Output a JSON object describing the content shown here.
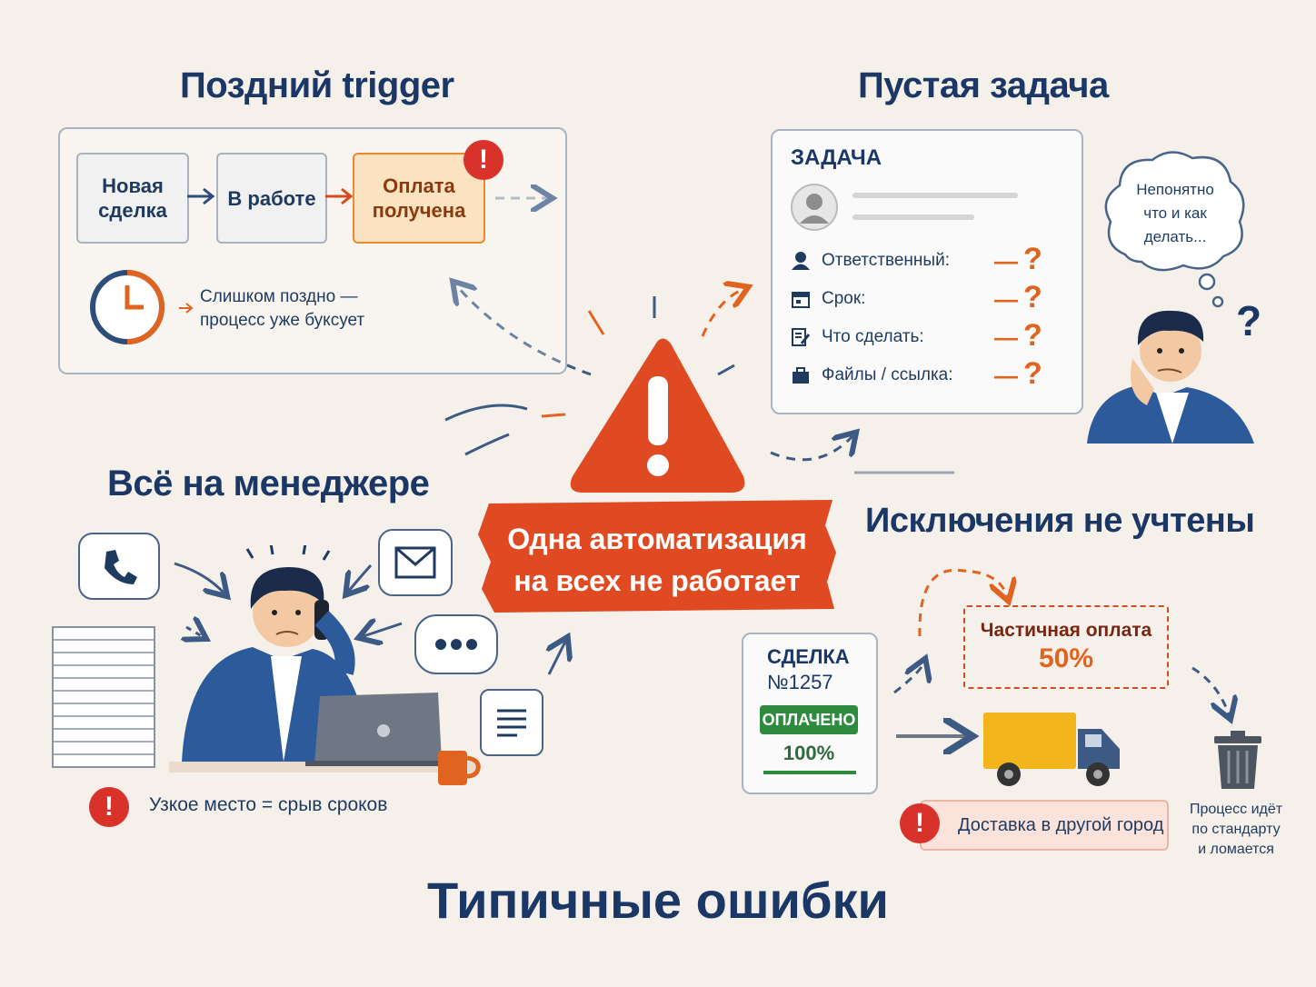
{
  "main_title": "Типичные ошибки",
  "center": {
    "line1": "Одна автоматизация",
    "line2": "на всех не работает"
  },
  "late_trigger": {
    "title": "Поздний trigger",
    "steps": [
      {
        "line1": "Новая",
        "line2": "сделка"
      },
      {
        "line1": "В работе",
        "line2": ""
      },
      {
        "line1": "Оплата",
        "line2": "получена"
      }
    ],
    "note_line1": "Слишком поздно —",
    "note_line2": "процесс уже буксует"
  },
  "empty_task": {
    "title": "Пустая задача",
    "card_title": "ЗАДАЧА",
    "fields": [
      "Ответственный:",
      "Срок:",
      "Что сделать:",
      "Файлы / ссылка:"
    ],
    "dash": "—",
    "question": "?",
    "thought_line1": "Непонятно",
    "thought_line2": "что и как",
    "thought_line3": "делать..."
  },
  "manager": {
    "title": "Всё на менеджере",
    "note": "Узкое место = срыв сроков"
  },
  "exceptions": {
    "title": "Исключения не учтены",
    "deal_label": "СДЕЛКА",
    "deal_number": "№1257",
    "paid_badge": "ОПЛАЧЕНО",
    "paid_percent": "100%",
    "partial_label": "Частичная оплата",
    "partial_percent": "50%",
    "delivery": "Доставка в другой город",
    "breaks_line1": "Процесс идёт",
    "breaks_line2": "по стандарту",
    "breaks_line3": "и ломается"
  },
  "colors": {
    "navy": "#1a3766",
    "orange": "#e0641f",
    "red": "#d8322a",
    "green": "#2e8b3e",
    "background": "#f6f0ea"
  }
}
